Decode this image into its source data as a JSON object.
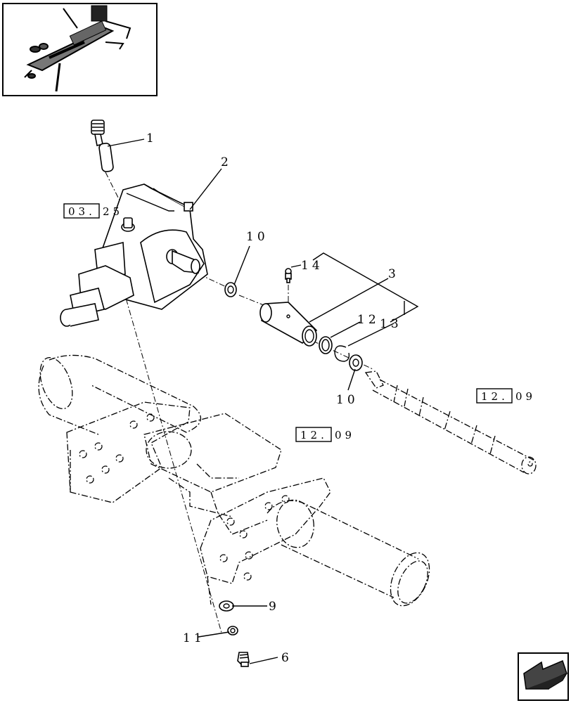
{
  "callouts": {
    "c1": "1",
    "c2": "2",
    "c3": "3",
    "c6": "6",
    "c9": "9",
    "c10a": "10",
    "c10b": "10",
    "c11": "11",
    "c12": "12",
    "c13": "13",
    "c14": "14"
  },
  "references": {
    "ref_0325_box": "03.",
    "ref_0325_tail": "25",
    "ref_1209_right_box": "12.",
    "ref_1209_right_tail": "09",
    "ref_1209_mid_box": "12.",
    "ref_1209_mid_tail": "09"
  },
  "icons": {
    "thumbnail": "machine-overview-thumbnail",
    "nav": "next-page-arrow-icon"
  }
}
